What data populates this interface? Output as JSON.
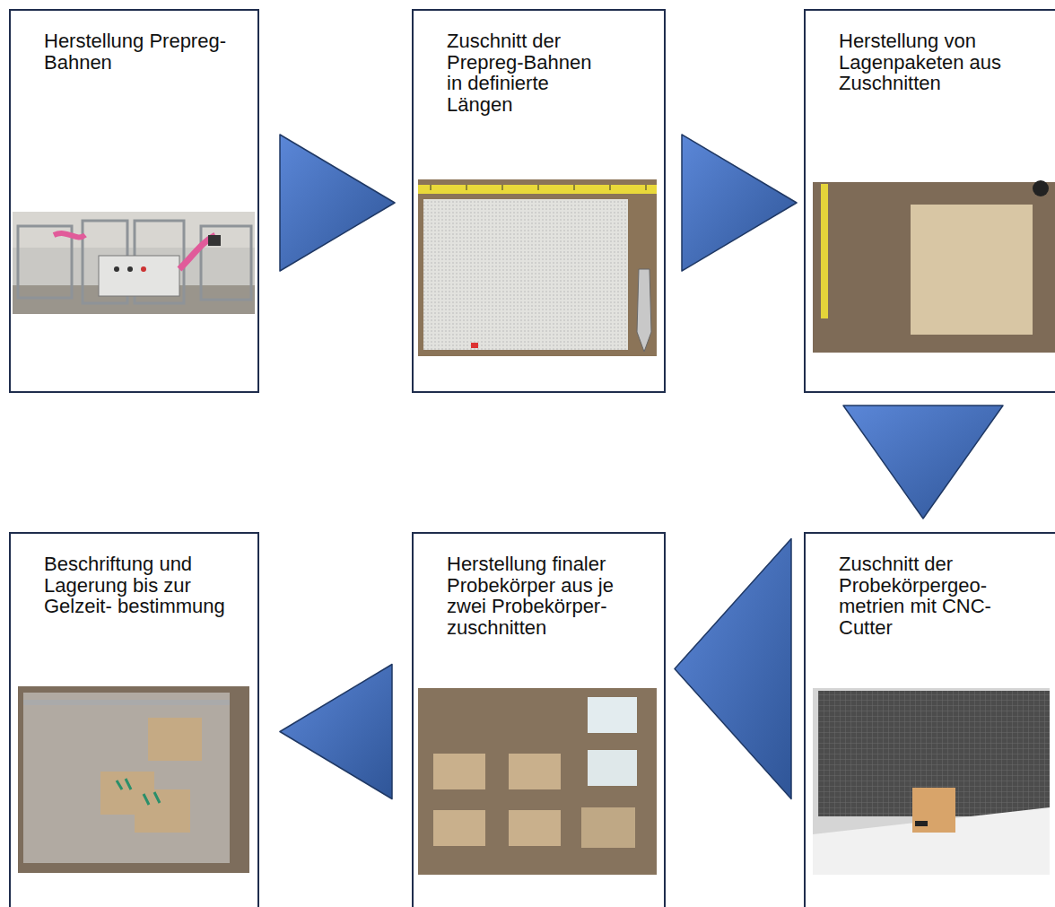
{
  "diagram": {
    "nodes": [
      {
        "text": [
          "Herstellung Prepreg-Bahnen"
        ]
      },
      {
        "text": [
          "Zuschnitt der Prepreg-Bahnen in definierte Längen"
        ]
      },
      {
        "text": [
          "Herstellung von Lagenpaketen aus Zuschnitten"
        ]
      },
      {
        "text": [
          "Zuschnitt der Probekörpergeo- metrien mit CNC- Cutter"
        ]
      },
      {
        "text": [
          "Herstellung finaler Probekörper aus je zwei Probekörper- zuschnitten"
        ]
      },
      {
        "text": [
          "Beschriftung und Lagerung bis zur Gelzeit- bestimmung"
        ]
      }
    ],
    "edges": [
      {
        "from": 0,
        "to": 1,
        "arrow": "to"
      },
      {
        "from": 1,
        "to": 2,
        "arrow": "to"
      },
      {
        "from": 2,
        "to": 3,
        "arrow": "to"
      },
      {
        "from": 3,
        "to": 4,
        "arrow": "to"
      },
      {
        "from": 4,
        "to": 5,
        "arrow": "to"
      }
    ]
  }
}
